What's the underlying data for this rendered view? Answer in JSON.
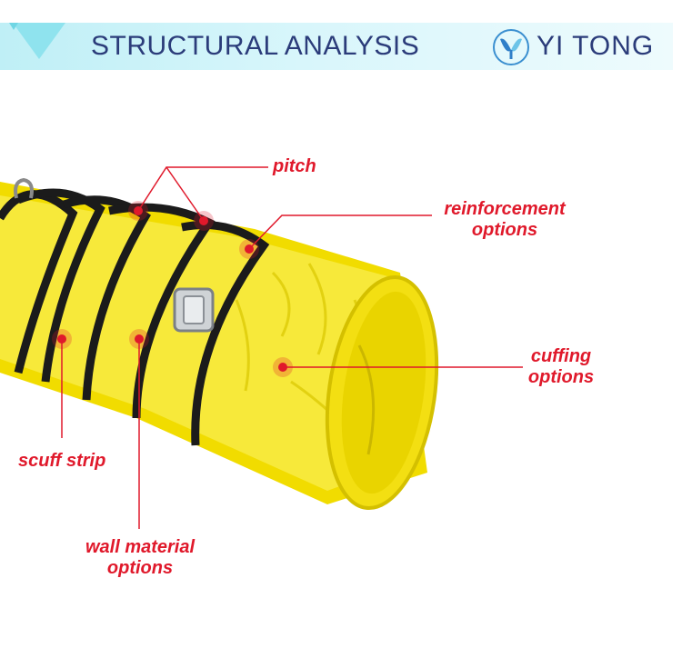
{
  "header": {
    "title": "STRUCTURAL ANALYSIS",
    "brand": "YI TONG"
  },
  "colors": {
    "accent_red": "#e0192b",
    "banner_blue": "#2b3c7a",
    "banner_bg": "#bfeff6",
    "duct_yellow": "#f5e60a"
  },
  "callouts": {
    "pitch": "pitch",
    "reinforcement_line1": "reinforcement",
    "reinforcement_line2": "options",
    "cuffing_line1": "cuffing",
    "cuffing_line2": "options",
    "scuff_strip": "scuff strip",
    "wall_line1": "wall material",
    "wall_line2": "options"
  }
}
